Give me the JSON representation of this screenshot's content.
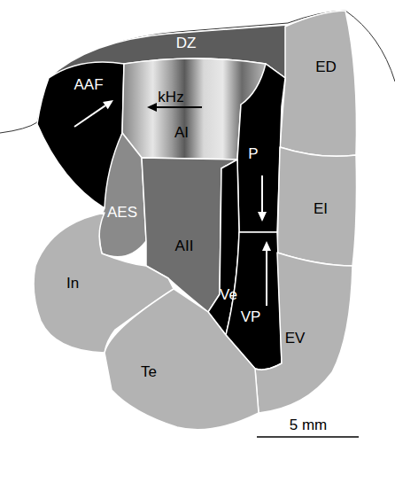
{
  "diagram": {
    "nodes": [
      {
        "text": [
          "DZ"
        ]
      },
      {
        "text": [
          "AAF"
        ]
      },
      {
        "text": [
          "AI"
        ]
      },
      {
        "text": [
          "ED"
        ]
      },
      {
        "text": [
          "P"
        ]
      },
      {
        "text": [
          "EI"
        ]
      },
      {
        "text": [
          "AES"
        ]
      },
      {
        "text": [
          "AII"
        ]
      },
      {
        "text": [
          "Ve"
        ]
      },
      {
        "text": [
          "VP"
        ]
      },
      {
        "text": [
          "In"
        ]
      },
      {
        "text": [
          "EV"
        ]
      },
      {
        "text": [
          "Te"
        ]
      }
    ],
    "labels": [
      "kHz",
      "5 mm"
    ]
  }
}
